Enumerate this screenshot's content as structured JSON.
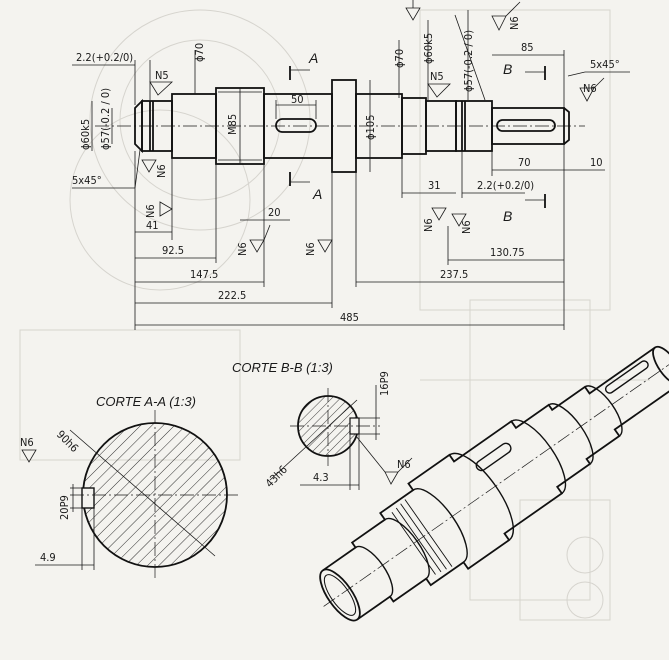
{
  "views": {
    "section_aa_title": "CORTE A-A (1:3)",
    "section_bb_title": "CORTE B-B (1:3)"
  },
  "cut_labels": {
    "a_top": "A",
    "a_bottom": "A",
    "b_top": "B",
    "b_bottom": "B"
  },
  "surface_marks": {
    "n6_top": "N6",
    "n5_left": "N5",
    "n5_right": "N5",
    "n6_right": "N6",
    "n6_left_low": "N6",
    "n6_left_low2": "N6",
    "n6_mid1": "N6",
    "n6_mid2": "N6",
    "n6_right_low1": "N6",
    "n6_right_low2": "N6",
    "n6_section_a": "N6",
    "n6_section_b": "N6"
  },
  "dimensions": {
    "tol_left": "2.2(+0.2/0)",
    "d70_left": "ϕ70",
    "m85": "M85",
    "len50": "50",
    "d105": "ϕ105",
    "d70_right": "ϕ70",
    "d60k5_right": "ϕ60k5",
    "d57_right": "ϕ57(-0.2 / 0)",
    "len85": "85",
    "chamfer_right": "5x45°",
    "d60k5_left": "ϕ60k5",
    "d57_left": "ϕ57(-0.2 / 0)",
    "chamfer_left": "5x45°",
    "len41": "41",
    "len20": "20",
    "len31": "31",
    "tol_right": "2.2(+0.2/0)",
    "len70": "70",
    "len10": "10",
    "len92_5": "92.5",
    "len147_5": "147.5",
    "len222_5": "222.5",
    "len130_75": "130.75",
    "len237_5": "237.5",
    "len485": "485",
    "key_a_width": "20P9",
    "key_a_dia": "90h6",
    "key_a_depth": "4.9",
    "key_b_width": "16P9",
    "key_b_dia": "43h6",
    "key_b_depth": "4.3"
  },
  "colors": {
    "ink": "#1a1a1a",
    "paper": "#f4f3ef",
    "ghost": "#d6d4ce"
  }
}
